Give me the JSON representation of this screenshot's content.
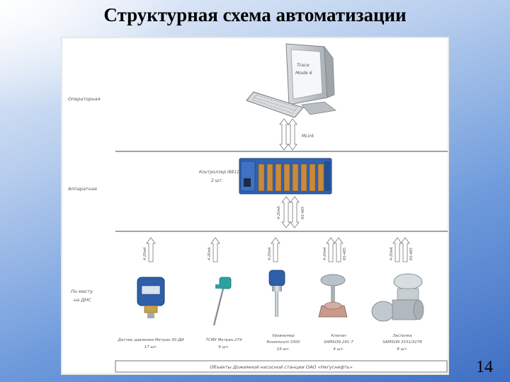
{
  "title": "Структурная схема автоматизации",
  "slide_number": "14",
  "levels": {
    "operator": "Операторная",
    "hardware": "Аппаратная",
    "field": [
      "По месту",
      "на ДНС"
    ]
  },
  "workstation": {
    "screen_text": [
      "Trace",
      "Mode 6"
    ],
    "link_label": "MLink"
  },
  "controller": {
    "label": [
      "Контроллер i8811",
      "2 шт."
    ],
    "signal_in": "4-20мА",
    "signal_out": "RS-485"
  },
  "devices": [
    {
      "label": [
        "Датчик давления Метран 50 ДИ",
        "17 шт."
      ],
      "signals": [
        "4-20мА"
      ]
    },
    {
      "label": [
        "ТСМУ Метран 274",
        "9 шт."
      ],
      "signals": [
        "4-20мА"
      ]
    },
    {
      "label": [
        "Уровнемер",
        "Rosemount 3300",
        "19 шт."
      ],
      "signals": [
        "4-20мА"
      ]
    },
    {
      "label": [
        "Клапан",
        "SAMSON 241-7",
        "4 шт."
      ],
      "signals": [
        "4-20мА",
        "RS-485"
      ]
    },
    {
      "label": [
        "Заслонка",
        "SAMSON 3331/3278",
        "8 шт."
      ],
      "signals": [
        "4-20мА",
        "RS-485"
      ]
    }
  ],
  "footer": "Объекты    Дожимной насосной станции ОАО «Негуснефть»",
  "colors": {
    "module_blue": "#2f62b0",
    "module_slot": "#c98a3a",
    "sensor_blue": "#2e5fa8",
    "valve_pink": "#c79a8e",
    "metal": "#b9c2c8"
  }
}
